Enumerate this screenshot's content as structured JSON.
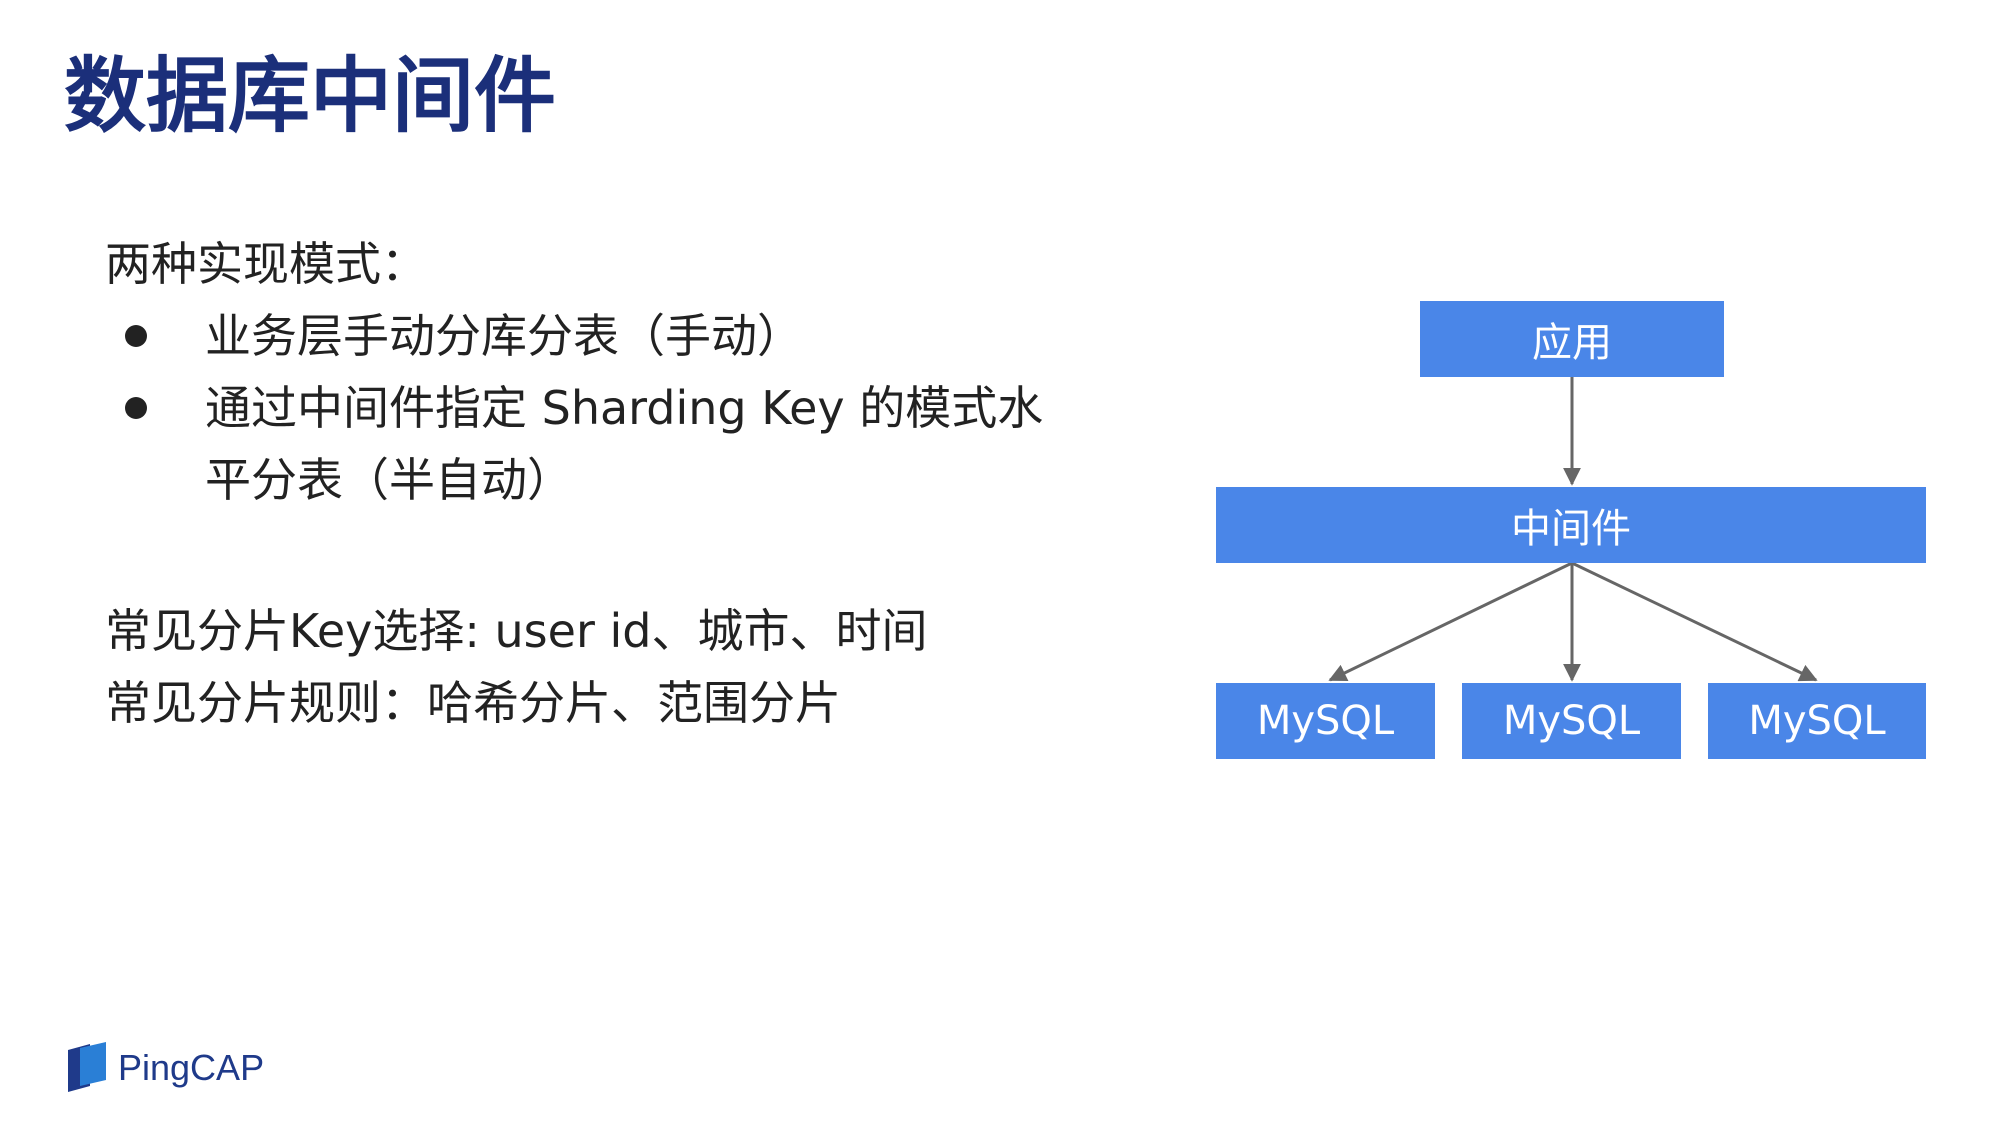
{
  "title": "数据库中间件",
  "intro": "两种实现模式：",
  "bullets": [
    "业务层手动分库分表（手动）",
    "通过中间件指定 Sharding Key 的模式水平分表（半自动）"
  ],
  "key_choices": "常见分片Key选择: user id、城市、时间",
  "shard_rules": "常见分片规则：哈希分片、范围分片",
  "diagram": {
    "app": "应用",
    "middleware": "中间件",
    "databases": [
      "MySQL",
      "MySQL",
      "MySQL"
    ],
    "box_color": "#4a86e8",
    "arrow_color": "#666666"
  },
  "logo": {
    "text": "PingCAP",
    "colors": [
      "#2a7fd6",
      "#1f3a8a"
    ]
  }
}
